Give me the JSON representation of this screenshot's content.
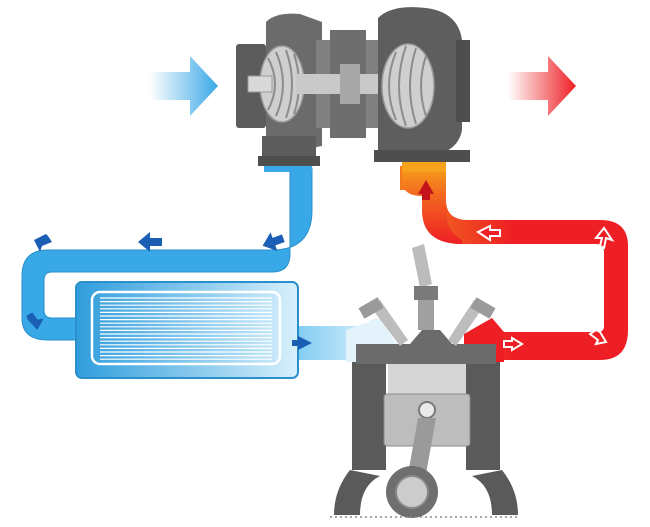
{
  "diagram": {
    "subject": "turbocharger-intercooler-engine-flow",
    "colors": {
      "cold_air": "#39a8e6",
      "cold_air_light": "#bfe6fb",
      "hot_exhaust": "#ee1f24",
      "warm_exhaust": "#f7a21b",
      "metal_dark": "#555555",
      "metal_mid": "#7a7a7a",
      "metal_light": "#cfcfcf",
      "arrow_cold": "#1a5fb4",
      "arrow_hot": "#c4141a"
    },
    "components": [
      {
        "name": "compressor",
        "icon": "compressor-icon"
      },
      {
        "name": "turbine",
        "icon": "turbine-icon"
      },
      {
        "name": "intercooler",
        "icon": "intercooler-icon"
      },
      {
        "name": "engine-cylinder",
        "icon": "engine-cylinder-icon"
      }
    ],
    "flows": [
      {
        "name": "intake-air-in",
        "icon": "arrow-right-icon",
        "color": "#39a8e6"
      },
      {
        "name": "exhaust-out",
        "icon": "arrow-right-icon",
        "color": "#ee1f24"
      },
      {
        "name": "compressed-air-to-intercooler",
        "icon": "flow-arrow-icon",
        "color": "#1a5fb4"
      },
      {
        "name": "cooled-air-to-engine",
        "icon": "flow-arrow-icon",
        "color": "#1a5fb4"
      },
      {
        "name": "exhaust-to-turbine",
        "icon": "flow-arrow-icon",
        "color": "#c4141a"
      }
    ]
  }
}
